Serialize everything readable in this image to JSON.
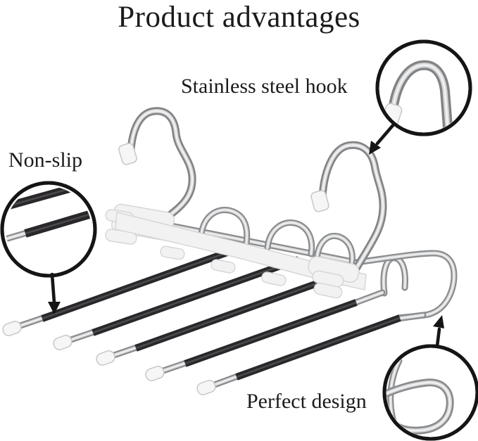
{
  "title": "Product advantages",
  "annotations": {
    "hook": {
      "label": "Stainless steel hook"
    },
    "nonslip": {
      "label": "Non-slip"
    },
    "design": {
      "label": "Perfect design"
    }
  },
  "colors": {
    "background": "#ffffff",
    "text": "#1b1b1b",
    "callout_outline": "#151515",
    "chrome_dark": "#8a8b8d",
    "chrome_light": "#d7d8da",
    "rod_rubber": "#29272a",
    "plastic_white": "#f2f2f2"
  }
}
